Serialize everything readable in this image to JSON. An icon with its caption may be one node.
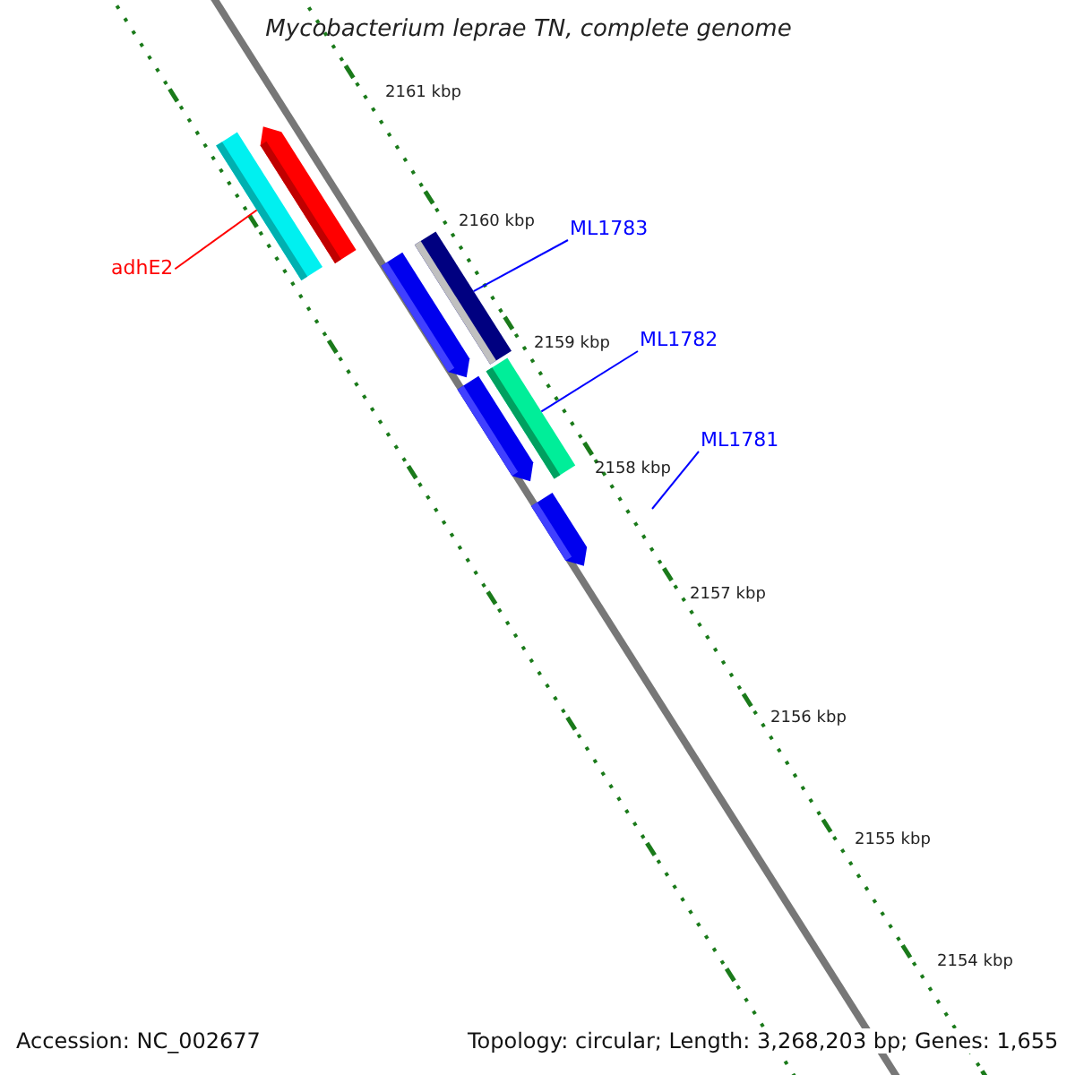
{
  "diagram": {
    "title": "Mycobacterium leprae TN, complete genome",
    "nodes": [
      {
        "text": [],
        "shape": "bar"
      },
      {
        "text": [],
        "shape": "bar"
      },
      {
        "text": [],
        "shape": "bar"
      },
      {
        "text": [],
        "shape": "bar"
      },
      {
        "text": [],
        "shape": "bar"
      },
      {
        "text": [],
        "shape": "bar"
      },
      {
        "text": [],
        "shape": "bar"
      },
      {
        "text": [
          "adhE2"
        ]
      },
      {
        "text": [
          "ML1783"
        ]
      },
      {
        "text": [
          "ML1782"
        ]
      },
      {
        "text": [
          "ML1781"
        ]
      }
    ],
    "edges": [
      {
        "from": 7,
        "to": 0,
        "arrow": "none",
        "color": "#ff0000"
      },
      {
        "from": 8,
        "to": 3,
        "arrow": "none"
      },
      {
        "from": 9,
        "to": 4,
        "arrow": "none"
      },
      {
        "from": 10,
        "to": null,
        "arrow": "none"
      }
    ],
    "labels": [
      "2161 kbp",
      "2160 kbp",
      "2159 kbp",
      "2158 kbp",
      "2157 kbp",
      "2156 kbp",
      "2155 kbp",
      "2154 kbp",
      "Accession: NC_002677",
      "Topology: circular; Length: 3,268,203 bp; Genes: 1,655"
    ]
  }
}
